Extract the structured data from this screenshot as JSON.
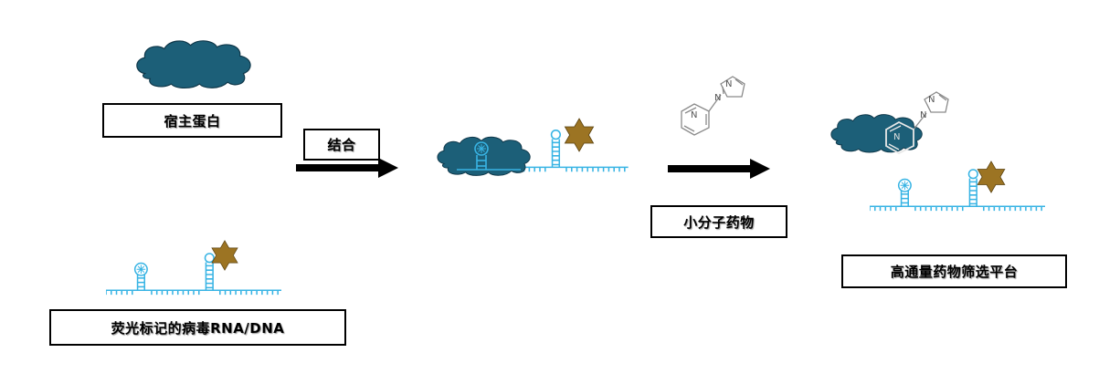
{
  "labels": {
    "host_protein": "宿主蛋白",
    "binding": "结合",
    "viral_rna": "荧光标记的病毒RNA/DNA",
    "small_molecule": "小分子药物",
    "screening_platform": "高通量药物筛选平台"
  },
  "structure_atoms": {
    "n": "N"
  },
  "colors": {
    "protein": "#1c5f78",
    "rna": "#38b4e4",
    "fluorophore": "#9c7423",
    "arrow": "#000000",
    "molecule_line": "#8a8a8a"
  },
  "icons": [
    "protein-cloud-icon",
    "rna-strand-icon",
    "fluorophore-star-icon",
    "arrow-right-icon",
    "molecule-structure-icon"
  ]
}
